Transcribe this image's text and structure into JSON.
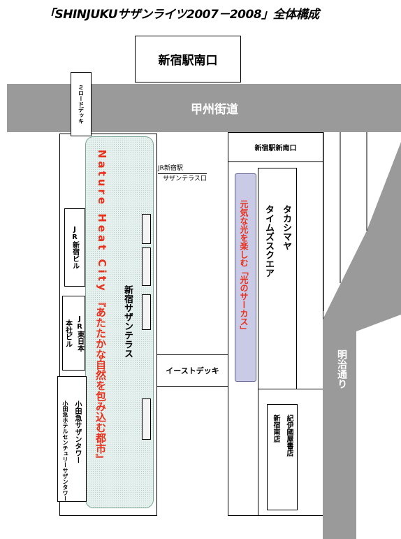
{
  "title": "「SHINJUKUサザンライツ2007－2008」全体構成",
  "south_exit": "新宿駅南口",
  "koshu_road": "甲州街道",
  "miro_deck": "ミロードデッキ",
  "jr_building": "JR新宿ビル",
  "jr_east_hq": [
    "JR東日本",
    "本社ビル"
  ],
  "odakyu_tower": [
    "小田急サザンタワー",
    "小田急ホテルセンチュリーサザンタワー"
  ],
  "south_terrace": "新宿サザンテラス",
  "nature_heat_city_en": "Nature Heat City",
  "nature_heat_city_jp": "『あたたかな自然を包み込む都市』",
  "jr_south_terrace_exit": [
    "JR新宿駅",
    "サザンテラス口"
  ],
  "east_deck": "イーストデッキ",
  "new_south_exit": "新宿駅新南口",
  "circus_of_light": "元気な光を楽しむ「光のサーカス」",
  "takashimaya": [
    "タカシマヤ",
    "タイムズスクエア"
  ],
  "kinokuniya": [
    "紀伊國屋書店",
    "新宿南店"
  ],
  "meiji_road": "明治通り",
  "colors": {
    "road_grey": "#9a9a9a",
    "label_red": "#e8321e",
    "green_band": "#e6f1ef",
    "purple_band": "#c9cae6"
  }
}
